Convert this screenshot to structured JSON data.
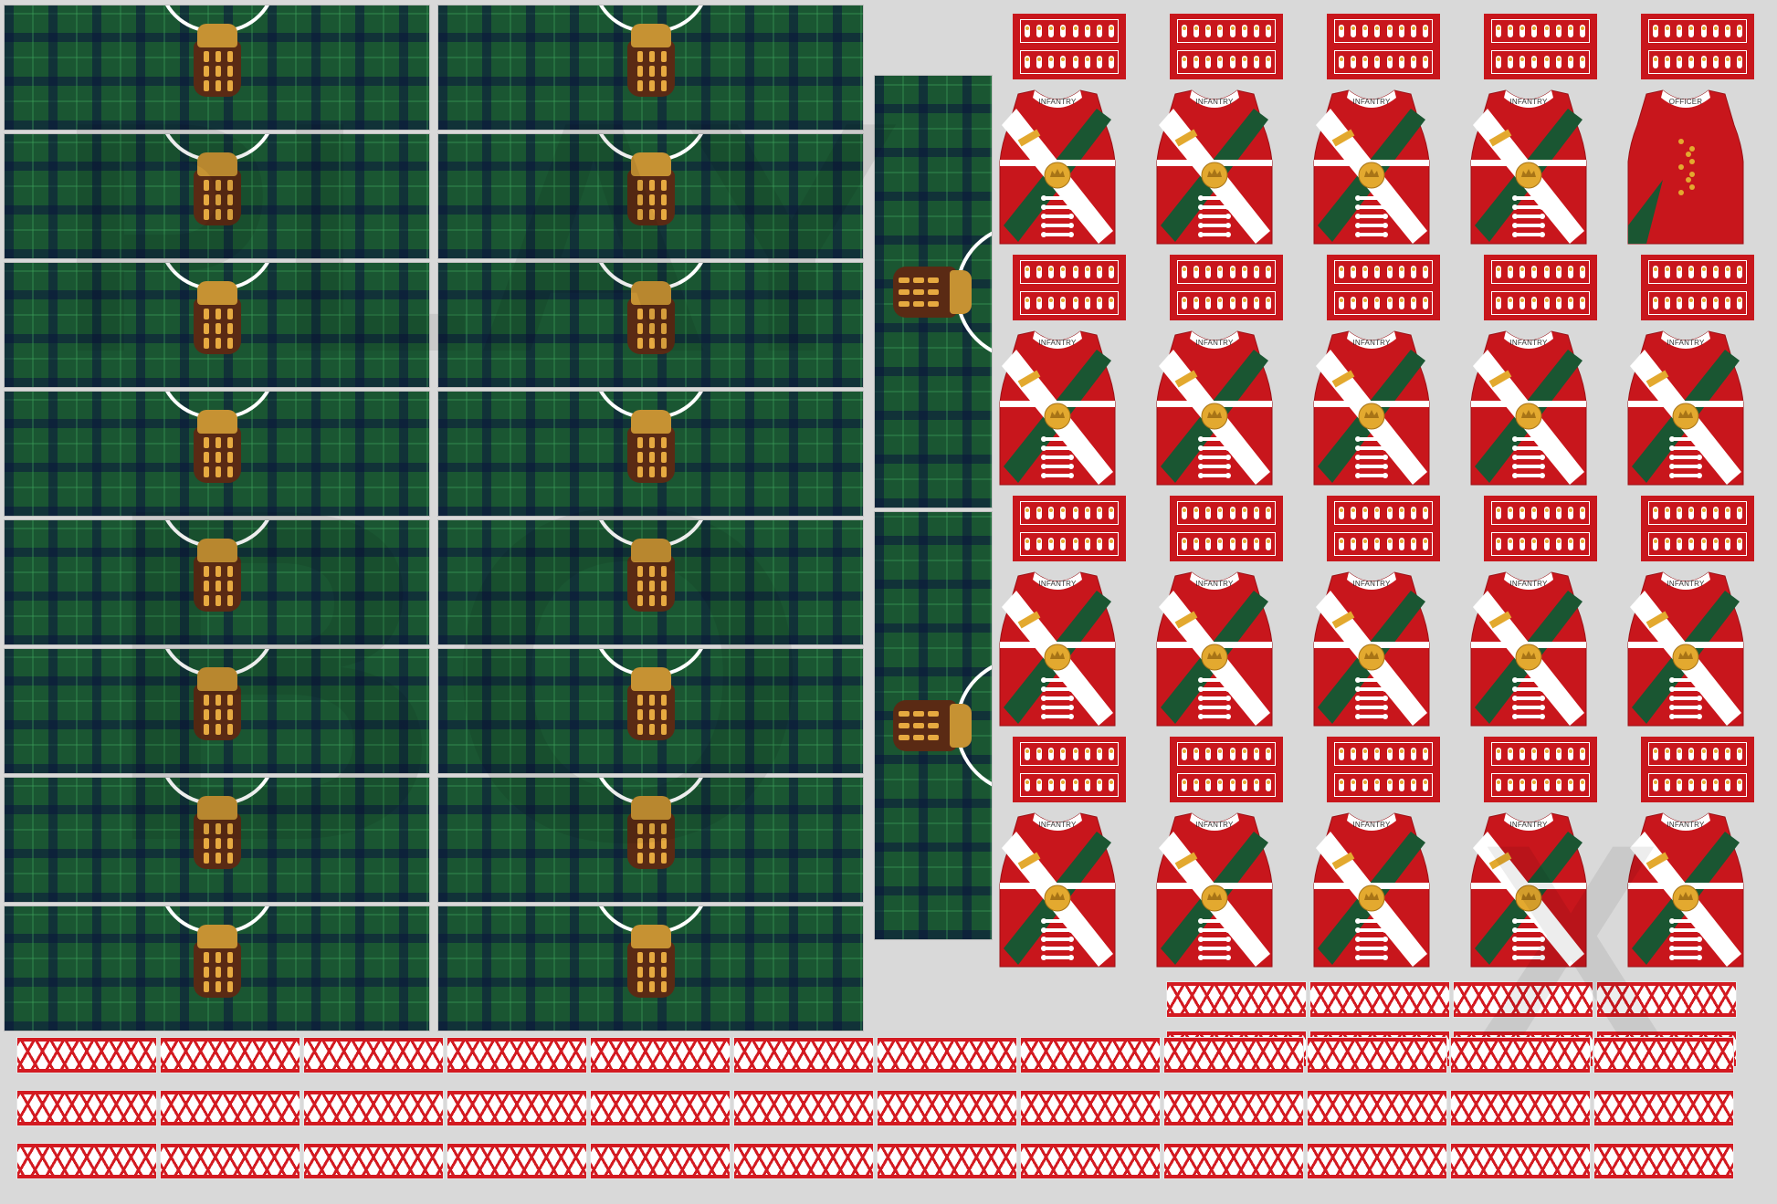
{
  "sheet": {
    "colors": {
      "background": "#d9d9d9",
      "tartan_green": "#1a5632",
      "tartan_navy": "#0a143c",
      "coat_red": "#c8161c",
      "facing_white": "#ffffff",
      "button_gold": "#e3a92f",
      "sporran_brown": "#5a2a14",
      "sporran_flap": "#c69233",
      "lace_red": "#d31a21"
    },
    "watermark": {
      "line1": "PLAY",
      "line2": "BO",
      "line3": "X"
    }
  },
  "kilts": {
    "horizontal_count": 16,
    "vertical_count": 2,
    "icon": "sporran-icon"
  },
  "coats": [
    {
      "label": "INFANTRY"
    },
    {
      "label": "INFANTRY"
    },
    {
      "label": "INFANTRY"
    },
    {
      "label": "INFANTRY"
    },
    {
      "label": "OFFICER"
    },
    {
      "label": "INFANTRY"
    },
    {
      "label": "INFANTRY"
    },
    {
      "label": "INFANTRY"
    },
    {
      "label": "INFANTRY"
    },
    {
      "label": "INFANTRY"
    },
    {
      "label": "INFANTRY"
    },
    {
      "label": "INFANTRY"
    },
    {
      "label": "INFANTRY"
    },
    {
      "label": "INFANTRY"
    },
    {
      "label": "INFANTRY"
    },
    {
      "label": "INFANTRY"
    },
    {
      "label": "INFANTRY"
    },
    {
      "label": "INFANTRY"
    },
    {
      "label": "INFANTRY"
    },
    {
      "label": "INFANTRY"
    }
  ],
  "lace_strips": {
    "top_rows": 2,
    "top_cols": 4,
    "bottom_rows": 3,
    "bottom_cols": 12
  }
}
